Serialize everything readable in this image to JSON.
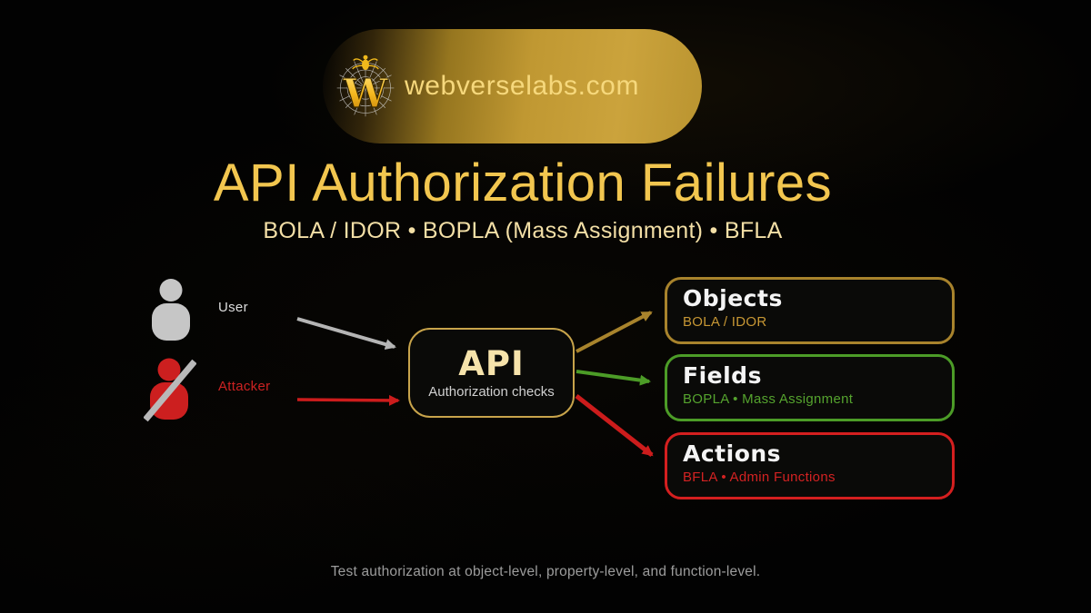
{
  "banner": {
    "site": "webverselabs.com"
  },
  "header": {
    "title": "API Authorization Failures",
    "subtitle": "BOLA / IDOR • BOPLA (Mass Assignment) • BFLA"
  },
  "diagram": {
    "actors": [
      {
        "label": "User"
      },
      {
        "label": "Attacker"
      }
    ],
    "api": {
      "title": "API",
      "subtitle": "Authorization checks"
    },
    "outcomes": [
      {
        "title": "Objects",
        "subtitle": "BOLA / IDOR",
        "accent": "#a8832c"
      },
      {
        "title": "Fields",
        "subtitle": "BOPLA • Mass Assignment",
        "accent": "#4c9c27"
      },
      {
        "title": "Actions",
        "subtitle": "BFLA • Admin Functions",
        "accent": "#d41f1f"
      }
    ]
  },
  "footer": {
    "note": "Test authorization at object-level, property-level, and function-level."
  },
  "colors": {
    "background": "#020202",
    "banner_gold": "#c09832",
    "banner_text": "#f6d87c",
    "title_gold": "#f2c64f",
    "subtitle_cream": "#f3dfa6",
    "api_border_gold": "#c8a44b",
    "api_text_cream": "#f6e3ab",
    "user_gray": "#c6c6c6",
    "attacker_red": "#cc1f1f",
    "arrow_gray": "#b5b5b5",
    "arrow_red": "#cc1c1c",
    "arrow_gold": "#a8832c",
    "arrow_green": "#4c9c27",
    "footer_gray": "#9c9c9c"
  }
}
